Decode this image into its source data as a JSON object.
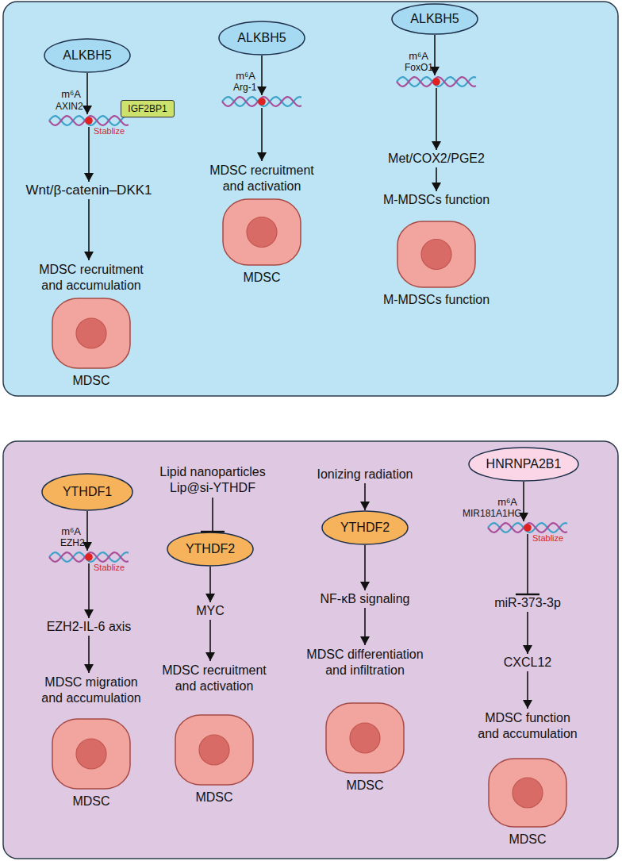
{
  "diagram": {
    "nodes": [
      {
        "text": [
          "ALKBH5"
        ]
      },
      {
        "text": [
          "AXIN2",
          "Stablize"
        ]
      },
      {
        "text": [
          "IGF2BP1"
        ]
      },
      {
        "text": [
          "Wnt/β-catenin–DKK1"
        ]
      },
      {
        "text": [
          "MDSC recruitment and accumulation"
        ]
      },
      {
        "text": [
          "MDSC"
        ]
      },
      {
        "text": [
          "ALKBH5"
        ]
      },
      {
        "text": [
          "Arg-1"
        ]
      },
      {
        "text": [
          "MDSC recruitment and activation"
        ]
      },
      {
        "text": [
          "MDSC"
        ]
      },
      {
        "text": [
          "ALKBH5"
        ]
      },
      {
        "text": [
          "FoxO1"
        ]
      },
      {
        "text": [
          "Met/COX2/PGE2"
        ]
      },
      {
        "text": [
          "M-MDSCs function"
        ]
      },
      {
        "text": [
          "M-MDSCs function"
        ]
      },
      {
        "text": [
          "YTHDF1"
        ]
      },
      {
        "text": [
          "EZH2",
          "Stablize"
        ]
      },
      {
        "text": [
          "EZH2-IL-6 axis"
        ]
      },
      {
        "text": [
          "MDSC migration and accumulation"
        ]
      },
      {
        "text": [
          "MDSC"
        ]
      },
      {
        "text": [
          "Lipid nanoparticles Lip@si-YTHDF"
        ]
      },
      {
        "text": [
          "YTHDF2"
        ]
      },
      {
        "text": [
          "MYC"
        ]
      },
      {
        "text": [
          "MDSC recruitment and activation"
        ]
      },
      {
        "text": [
          "MDSC"
        ]
      },
      {
        "text": [
          "Ionizing radiation"
        ]
      },
      {
        "text": [
          "YTHDF2"
        ]
      },
      {
        "text": [
          "NF-κB signaling"
        ]
      },
      {
        "text": [
          "MDSC differentiation and infiltration"
        ]
      },
      {
        "text": [
          "MDSC"
        ]
      },
      {
        "text": [
          "HNRNPA2B1"
        ]
      },
      {
        "text": [
          "MIR181A1HG",
          "Stablize"
        ]
      },
      {
        "text": [
          "miR-373-3p"
        ]
      },
      {
        "text": [
          "CXCL12"
        ]
      },
      {
        "text": [
          "MDSC function and accumulation"
        ]
      },
      {
        "text": [
          "MDSC"
        ]
      }
    ],
    "edges": [
      {
        "from": 0,
        "to": 1,
        "label": "m⁶A",
        "arrow": "to"
      },
      {
        "from": 1,
        "to": 3,
        "arrow": "to"
      },
      {
        "from": 3,
        "to": 4,
        "arrow": "to"
      },
      {
        "from": 6,
        "to": 7,
        "label": "m⁶A",
        "arrow": "to"
      },
      {
        "from": 7,
        "to": 8,
        "arrow": "to"
      },
      {
        "from": 10,
        "to": 11,
        "label": "m⁶A",
        "arrow": "to"
      },
      {
        "from": 11,
        "to": 12,
        "arrow": "to"
      },
      {
        "from": 12,
        "to": 13,
        "arrow": "to"
      },
      {
        "from": 15,
        "to": 16,
        "label": "m⁶A",
        "arrow": "to"
      },
      {
        "from": 16,
        "to": 17,
        "arrow": "to"
      },
      {
        "from": 17,
        "to": 18,
        "arrow": "to"
      },
      {
        "from": 20,
        "to": 21,
        "arrow": "to"
      },
      {
        "from": 21,
        "to": 22,
        "arrow": "to"
      },
      {
        "from": 22,
        "to": 23,
        "arrow": "to"
      },
      {
        "from": 25,
        "to": 26,
        "arrow": "to"
      },
      {
        "from": 26,
        "to": 27,
        "arrow": "to"
      },
      {
        "from": 27,
        "to": 28,
        "arrow": "to"
      },
      {
        "from": 30,
        "to": 31,
        "label": "m⁶A",
        "arrow": "to"
      },
      {
        "from": 31,
        "to": 32,
        "arrow": "to"
      },
      {
        "from": 32,
        "to": 33,
        "arrow": "to"
      },
      {
        "from": 33,
        "to": 34,
        "arrow": "to"
      }
    ]
  }
}
